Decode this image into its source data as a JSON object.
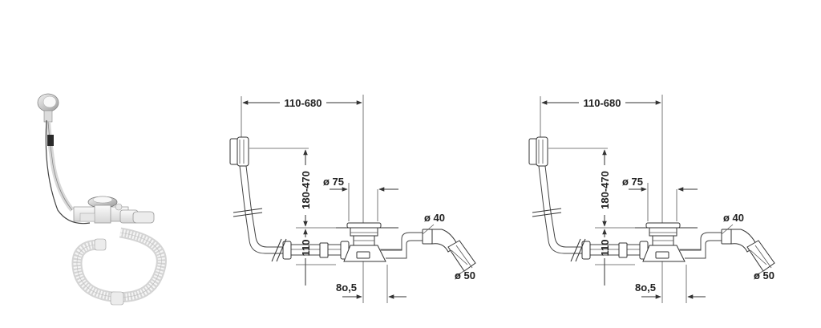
{
  "product_photo": {
    "name": "Bath waste and overflow set with flexible hose"
  },
  "drawings": [
    {
      "width_label": "110-680",
      "height_label": "180-470",
      "drain_diameter_label": "ø 75",
      "outlet_small_label": "ø 40",
      "outlet_large_label": "ø 50",
      "offset_label": "8o,5",
      "pipe_height_label": "110"
    },
    {
      "width_label": "110-680",
      "height_label": "180-470",
      "drain_diameter_label": "ø 75",
      "outlet_small_label": "ø 40",
      "outlet_large_label": "ø 50",
      "offset_label": "8o,5",
      "pipe_height_label": "110"
    }
  ],
  "colors": {
    "line": "#333333",
    "part_fill": "#ffffff",
    "photo_metal": "#cfcfcf",
    "photo_plastic": "#f2f2f2"
  }
}
